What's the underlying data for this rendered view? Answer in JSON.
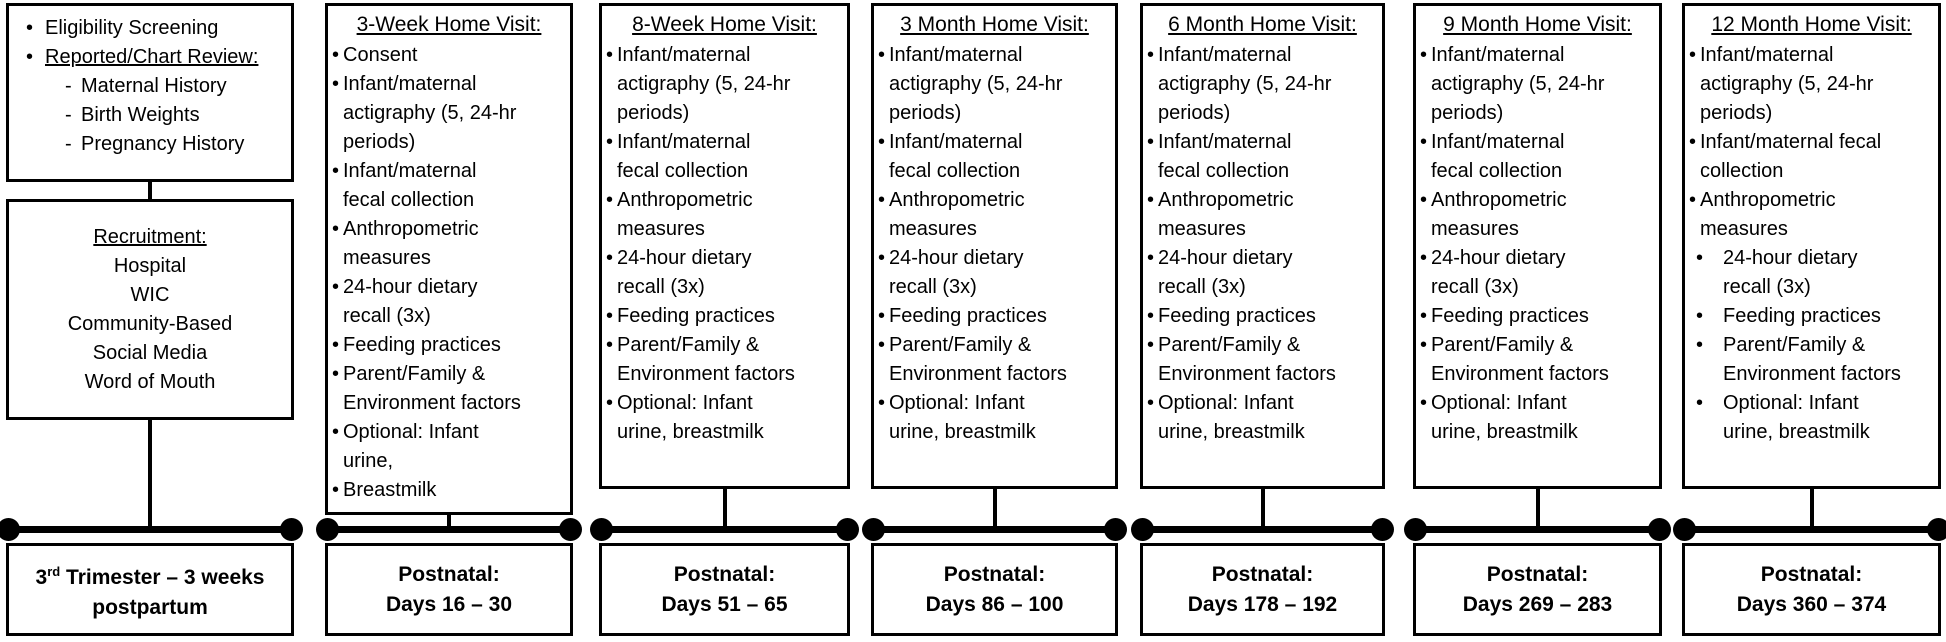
{
  "colors": {
    "ink": "#000000",
    "background": "#ffffff"
  },
  "screening": {
    "items": [
      {
        "text": "Eligibility Screening",
        "style": "bullet",
        "underline": false
      },
      {
        "text": "Reported/Chart Review:",
        "style": "bullet",
        "underline": true
      },
      {
        "text": "Maternal History",
        "style": "dash",
        "underline": false
      },
      {
        "text": "Birth Weights",
        "style": "dash",
        "underline": false
      },
      {
        "text": "Pregnancy History",
        "style": "dash",
        "underline": false
      }
    ]
  },
  "recruitment": {
    "title": "Recruitment:",
    "items": [
      "Hospital",
      "WIC",
      "Community-Based",
      "Social Media",
      "Word of Mouth"
    ]
  },
  "baseline": {
    "number": "3",
    "superscript": "rd",
    "rest": " Trimester – 3 weeks",
    "line2": "postpartum"
  },
  "visits": [
    {
      "title": "3-Week Home Visit:",
      "items": [
        {
          "text": "Consent",
          "style": "tight"
        },
        {
          "text": "Infant/maternal\nactigraphy (5, 24-hr\nperiods)",
          "style": "tight"
        },
        {
          "text": "Infant/maternal\nfecal collection",
          "style": "tight"
        },
        {
          "text": "Anthropometric\nmeasures",
          "style": "tight"
        },
        {
          "text": "24-hour dietary\nrecall (3x)",
          "style": "tight"
        },
        {
          "text": "Feeding practices",
          "style": "tight"
        },
        {
          "text": "Parent/Family &\nEnvironment factors",
          "style": "tight"
        },
        {
          "text": "Optional: Infant\nurine,",
          "style": "tight"
        },
        {
          "text": "Breastmilk",
          "style": "tight"
        }
      ],
      "postnatal": {
        "line1": "Postnatal:",
        "line2": "Days 16 – 30"
      }
    },
    {
      "title": "8-Week Home Visit:",
      "items": [
        {
          "text": "Infant/maternal\nactigraphy (5, 24-hr\nperiods)",
          "style": "tight"
        },
        {
          "text": "Infant/maternal\nfecal collection",
          "style": "tight"
        },
        {
          "text": "Anthropometric\nmeasures",
          "style": "tight"
        },
        {
          "text": "24-hour dietary\nrecall (3x)",
          "style": "tight"
        },
        {
          "text": "Feeding practices",
          "style": "tight"
        },
        {
          "text": "Parent/Family &\nEnvironment factors",
          "style": "tight"
        },
        {
          "text": "Optional: Infant\nurine, breastmilk",
          "style": "tight"
        }
      ],
      "postnatal": {
        "line1": "Postnatal:",
        "line2": "Days 51 – 65"
      }
    },
    {
      "title": "3 Month Home Visit:",
      "items": [
        {
          "text": "Infant/maternal\nactigraphy (5, 24-hr\nperiods)",
          "style": "tight"
        },
        {
          "text": "Infant/maternal\nfecal collection",
          "style": "tight"
        },
        {
          "text": "Anthropometric\nmeasures",
          "style": "tight"
        },
        {
          "text": "24-hour dietary\nrecall (3x)",
          "style": "tight"
        },
        {
          "text": "Feeding practices",
          "style": "tight"
        },
        {
          "text": "Parent/Family &\nEnvironment factors",
          "style": "tight"
        },
        {
          "text": "Optional: Infant\nurine, breastmilk",
          "style": "tight"
        }
      ],
      "postnatal": {
        "line1": "Postnatal:",
        "line2": "Days 86 – 100"
      }
    },
    {
      "title": "6 Month Home Visit:",
      "items": [
        {
          "text": "Infant/maternal\nactigraphy (5, 24-hr\nperiods)",
          "style": "tight"
        },
        {
          "text": "Infant/maternal\nfecal collection",
          "style": "tight"
        },
        {
          "text": "Anthropometric\nmeasures",
          "style": "tight"
        },
        {
          "text": "24-hour dietary\nrecall (3x)",
          "style": "tight"
        },
        {
          "text": "Feeding practices",
          "style": "tight"
        },
        {
          "text": "Parent/Family &\nEnvironment factors",
          "style": "tight"
        },
        {
          "text": "Optional: Infant\nurine, breastmilk",
          "style": "tight"
        }
      ],
      "postnatal": {
        "line1": "Postnatal:",
        "line2": "Days 178 – 192"
      }
    },
    {
      "title": "9 Month Home Visit:",
      "items": [
        {
          "text": "Infant/maternal\nactigraphy (5, 24-hr\nperiods)",
          "style": "tight"
        },
        {
          "text": "Infant/maternal\nfecal collection",
          "style": "tight"
        },
        {
          "text": "Anthropometric\nmeasures",
          "style": "tight"
        },
        {
          "text": "24-hour dietary\nrecall (3x)",
          "style": "tight"
        },
        {
          "text": "Feeding practices",
          "style": "tight"
        },
        {
          "text": "Parent/Family &\nEnvironment factors",
          "style": "tight"
        },
        {
          "text": "Optional: Infant\nurine, breastmilk",
          "style": "tight"
        }
      ],
      "postnatal": {
        "line1": "Postnatal:",
        "line2": "Days 269 – 283"
      }
    },
    {
      "title": "12 Month Home Visit:",
      "items": [
        {
          "text": "Infant/maternal\nactigraphy (5, 24-hr\nperiods)",
          "style": "tight"
        },
        {
          "text": "Infant/maternal fecal\ncollection",
          "style": "tight"
        },
        {
          "text": "Anthropometric\nmeasures",
          "style": "tight"
        },
        {
          "text": "24-hour dietary\nrecall (3x)",
          "style": "spaced"
        },
        {
          "text": "Feeding practices",
          "style": "spaced"
        },
        {
          "text": "Parent/Family &\nEnvironment factors",
          "style": "spaced"
        },
        {
          "text": "Optional: Infant\nurine, breastmilk",
          "style": "spaced"
        }
      ],
      "postnatal": {
        "line1": "Postnatal:",
        "line2": "Days 360 – 374"
      }
    }
  ]
}
